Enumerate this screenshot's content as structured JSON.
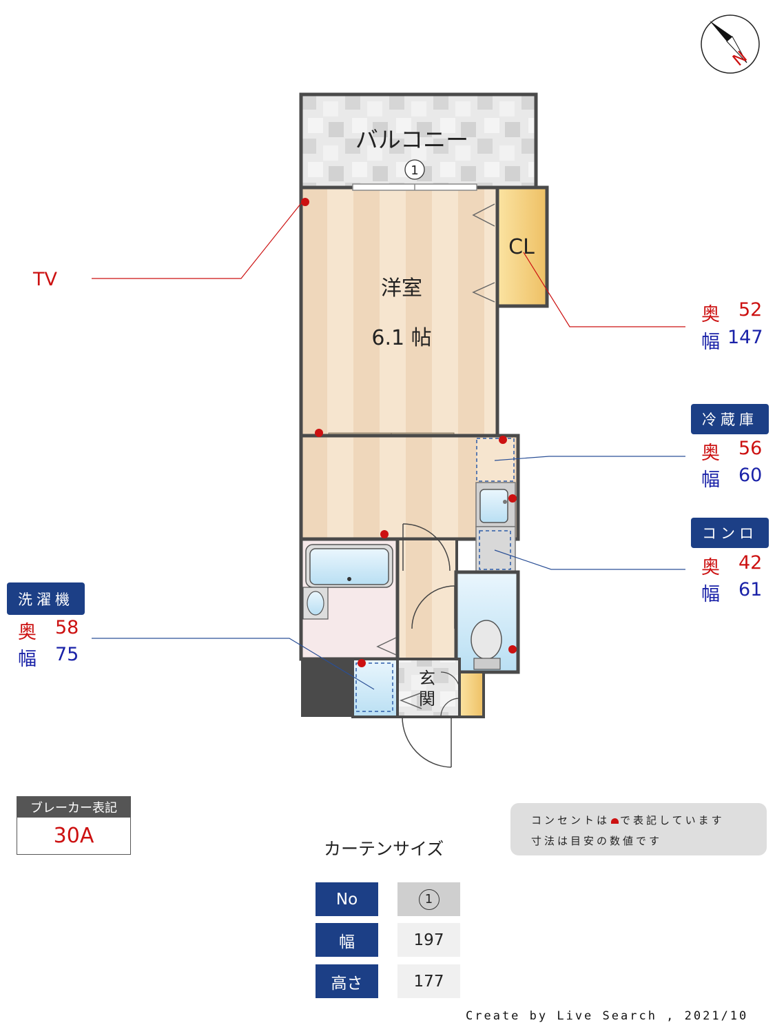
{
  "compass": {
    "label": "N",
    "icon": "compass-icon"
  },
  "rooms": {
    "balcony": "バルコニー",
    "balcony_no": "1",
    "closet": "CL",
    "western_room": "洋室",
    "western_size": "6.1 帖",
    "entrance": "玄関"
  },
  "annotations": {
    "tv": "TV",
    "closet_dims": {
      "depth_label": "奥",
      "depth": "52",
      "width_label": "幅",
      "width": "147"
    },
    "fridge": {
      "title": "冷蔵庫",
      "depth_label": "奥",
      "depth": "56",
      "width_label": "幅",
      "width": "60"
    },
    "stove": {
      "title": "コンロ",
      "depth_label": "奥",
      "depth": "42",
      "width_label": "幅",
      "width": "61"
    },
    "washer": {
      "title": "洗濯機",
      "depth_label": "奥",
      "depth": "58",
      "width_label": "幅",
      "width": "75"
    }
  },
  "breaker": {
    "label": "ブレーカー表記",
    "value": "30A"
  },
  "note": {
    "line1_a": "コンセントは",
    "line1_b": "で表記しています",
    "line2": "寸法は目安の数値です"
  },
  "curtain": {
    "title": "カーテンサイズ",
    "rows": [
      {
        "head": "No",
        "value": "1"
      },
      {
        "head": "幅",
        "value": "197"
      },
      {
        "head": "高さ",
        "value": "177"
      }
    ]
  },
  "credit": "Create by Live Search , 2021/10",
  "colors": {
    "navy": "#1c3f86",
    "outlet_red": "#cc1111",
    "dim_blue": "#1a22a8"
  }
}
